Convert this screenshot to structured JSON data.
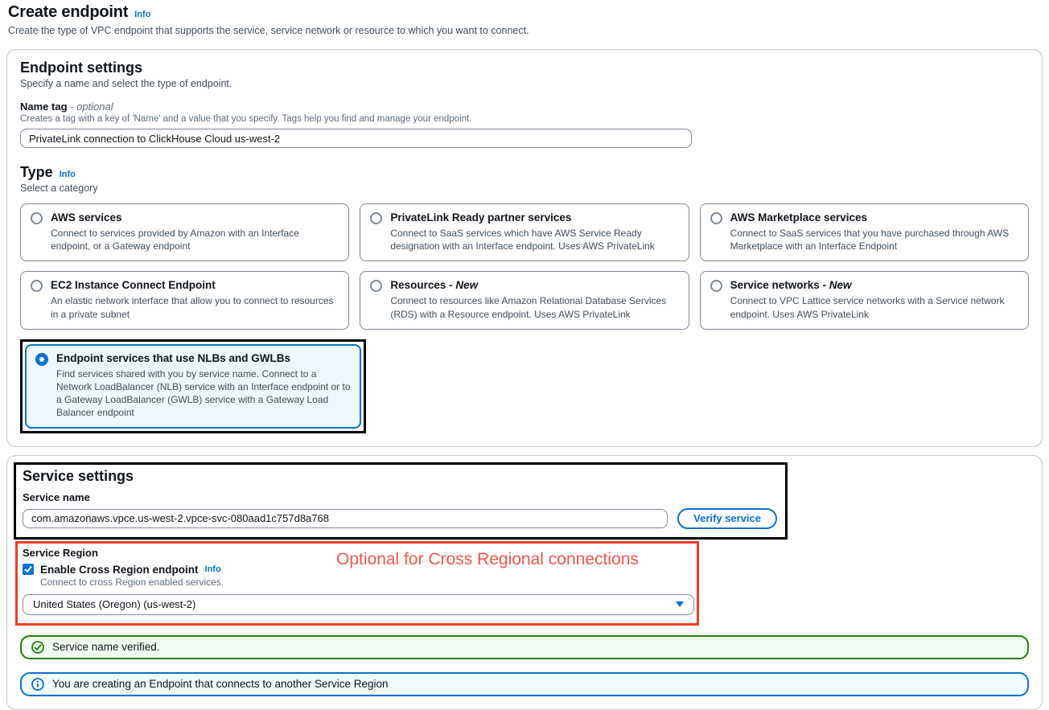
{
  "page": {
    "title": "Create endpoint",
    "title_info": "Info",
    "subtitle": "Create the type of VPC endpoint that supports the service, service network or resource to which you want to connect."
  },
  "endpoint_settings": {
    "heading": "Endpoint settings",
    "description": "Specify a name and select the type of endpoint.",
    "name_tag": {
      "label": "Name tag",
      "label_suffix": "- optional",
      "help": "Creates a tag with a key of 'Name' and a value that you specify. Tags help you find and manage your endpoint.",
      "value": "PrivateLink connection to ClickHouse Cloud us-west-2"
    },
    "type": {
      "heading": "Type",
      "info": "Info",
      "description": "Select a category",
      "options": [
        {
          "title": "AWS services",
          "description": "Connect to services provided by Amazon with an Interface endpoint, or a Gateway endpoint",
          "selected": false
        },
        {
          "title": "PrivateLink Ready partner services",
          "description": "Connect to SaaS services which have AWS Service Ready designation with an Interface endpoint. Uses AWS PrivateLink",
          "selected": false
        },
        {
          "title": "AWS Marketplace services",
          "description": "Connect to SaaS services that you have purchased through AWS Marketplace with an Interface Endpoint",
          "selected": false
        },
        {
          "title": "EC2 Instance Connect Endpoint",
          "description": "An elastic network interface that allow you to connect to resources in a private subnet",
          "selected": false
        },
        {
          "title": "Resources",
          "suffix": " - New",
          "description": "Connect to resources like Amazon Relational Database Services (RDS) with a Resource endpoint. Uses AWS PrivateLink",
          "selected": false
        },
        {
          "title": "Service networks",
          "suffix": " - New",
          "description": "Connect to VPC Lattice service networks with a Service network endpoint. Uses AWS PrivateLink",
          "selected": false
        },
        {
          "title": "Endpoint services that use NLBs and GWLBs",
          "description": "Find services shared with you by service name. Connect to a Network LoadBalancer (NLB) service with an Interface endpoint or to a Gateway LoadBalancer (GWLB) service with a Gateway Load Balancer endpoint",
          "selected": true
        }
      ]
    }
  },
  "service_settings": {
    "heading": "Service settings",
    "service_name": {
      "label": "Service name",
      "value": "com.amazonaws.vpce.us-west-2.vpce-svc-080aad1c757d8a768",
      "verify_button": "Verify service"
    },
    "service_region": {
      "label": "Service Region",
      "checkbox_label": "Enable Cross Region endpoint",
      "checkbox_info": "Info",
      "checkbox_checked": true,
      "help": "Connect to cross Region enabled services.",
      "selected_region": "United States (Oregon) (us-west-2)"
    },
    "annotation_note": "Optional for Cross Regional connections",
    "alerts": {
      "success": "Service name verified.",
      "info": "You are creating an Endpoint that connects to another Service Region"
    }
  },
  "colors": {
    "link_blue": "#0972d3",
    "selected_tile_bg": "#edf7fd",
    "success_green": "#1d8102",
    "info_blue": "#0972d3",
    "annotation_red": "#ee3b26",
    "annotation_black": "#000000"
  }
}
